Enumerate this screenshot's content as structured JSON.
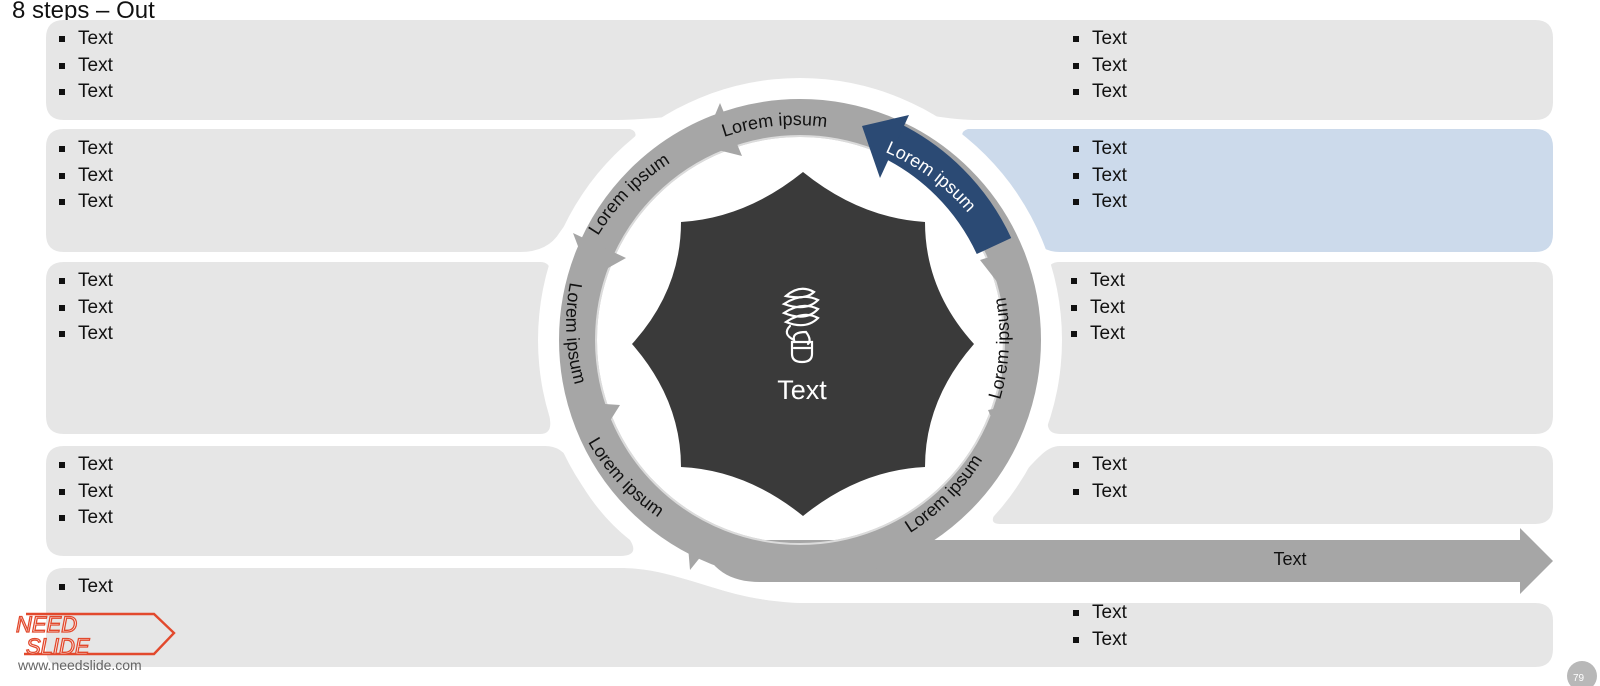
{
  "slide": {
    "title": "8 steps – Out",
    "website": "www.needslide.com",
    "page_number": "79"
  },
  "logo": {
    "line1": "NEED",
    "line2": "SLIDE"
  },
  "center": {
    "label": "Text",
    "icon": "lightbulb-icon"
  },
  "ring": {
    "steps": [
      {
        "label": "Lorem ipsum",
        "highlighted": false
      },
      {
        "label": "Lorem ipsum",
        "highlighted": true
      },
      {
        "label": "Lorem ipsum",
        "highlighted": false
      },
      {
        "label": "Lorem ipsum",
        "highlighted": false
      },
      {
        "label": "Lorem ipsum",
        "highlighted": false
      },
      {
        "label": "Lorem ipsum",
        "highlighted": false
      },
      {
        "label": "Lorem ipsum",
        "highlighted": false
      }
    ]
  },
  "out_arrow": {
    "label": "Text"
  },
  "panels": {
    "row1_left": [
      "Text",
      "Text",
      "Text"
    ],
    "row1_right": [
      "Text",
      "Text",
      "Text"
    ],
    "row2_left": [
      "Text",
      "Text",
      "Text"
    ],
    "row2_right": [
      "Text",
      "Text",
      "Text"
    ],
    "row3_left": [
      "Text",
      "Text",
      "Text"
    ],
    "row3_right": [
      "Text",
      "Text",
      "Text"
    ],
    "row4_left": [
      "Text",
      "Text",
      "Text"
    ],
    "row4_right": [
      "Text",
      "Text"
    ],
    "row5_left": [
      "Text"
    ],
    "row5_right": [
      "Text",
      "Text"
    ]
  },
  "colors": {
    "panel": "#e6e6e6",
    "highlight_panel": "#ccdaeb",
    "ring": "#a6a6a6",
    "highlight_step": "#2b4a74",
    "center": "#3a3a3a"
  }
}
